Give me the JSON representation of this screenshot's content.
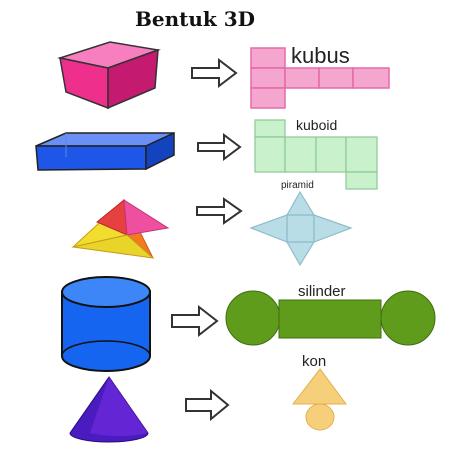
{
  "title": "Bentuk 3D",
  "shapes": [
    {
      "id": "kubus",
      "label": "kubus",
      "color": "#ee2f8c",
      "net_color": "#f4a6cf"
    },
    {
      "id": "kuboid",
      "label": "kuboid",
      "color": "#1e56e8",
      "net_color": "#c9f1cc"
    },
    {
      "id": "piramid",
      "label": "piramid",
      "color": "#f1dd2e",
      "net_color": "#b9dde6"
    },
    {
      "id": "silinder",
      "label": "silinder",
      "color": "#1565f0",
      "net_color": "#5f9c1b"
    },
    {
      "id": "kon",
      "label": "kon",
      "color": "#4a1bbf",
      "net_color": "#f6cf7a"
    }
  ],
  "arrow_icon": "right-outline-arrow-icon"
}
